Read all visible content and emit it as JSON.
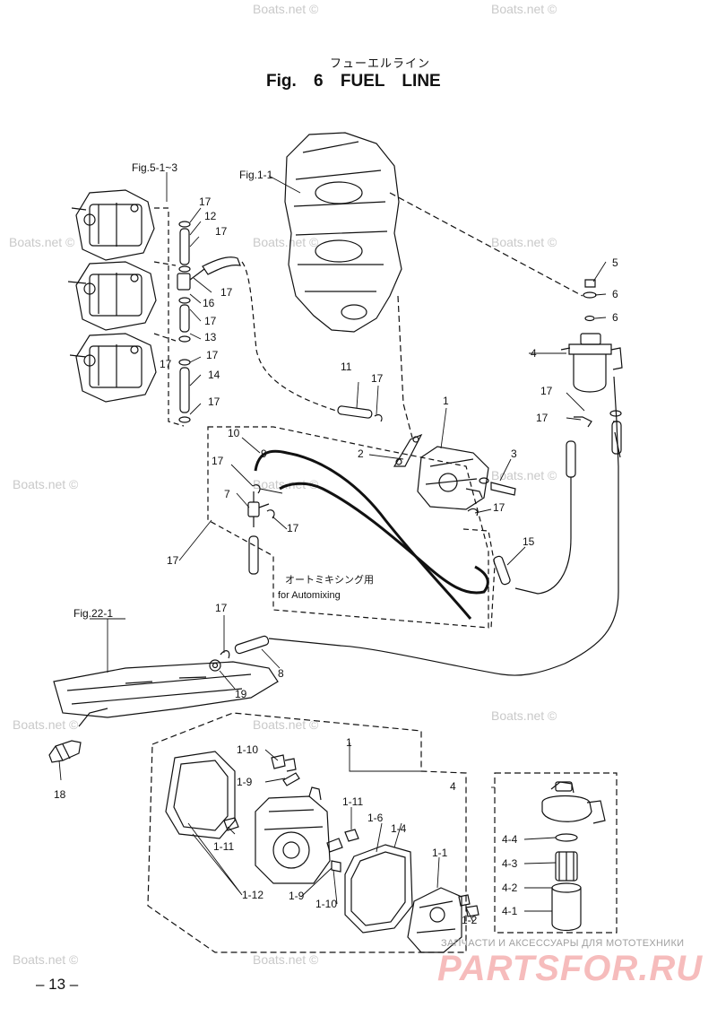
{
  "header": {
    "title_jp": "フューエルライン",
    "title": "Fig. 6   FUEL LINE"
  },
  "refs": {
    "fig5": "Fig.5-1~3",
    "fig1": "Fig.1-1",
    "fig22": "Fig.22-1"
  },
  "automixing": {
    "jp": "オートミキシング用",
    "en": "for Automixing"
  },
  "parts": {
    "p1": "1",
    "p2": "2",
    "p3": "3",
    "p4": "4",
    "p5": "5",
    "p6": "6",
    "p7": "7",
    "p8": "8",
    "p9": "9",
    "p10": "10",
    "p11": "11",
    "p12": "12",
    "p13": "13",
    "p14": "14",
    "p15": "15",
    "p16": "16",
    "p17": "17",
    "p18": "18",
    "p19": "19",
    "p1_1": "1-1",
    "p1_2": "1-2",
    "p1_4": "1-4",
    "p1_6": "1-6",
    "p1_9": "1-9",
    "p1_10": "1-10",
    "p1_11": "1-11",
    "p1_12": "1-12",
    "p4_1": "4-1",
    "p4_2": "4-2",
    "p4_3": "4-3",
    "p4_4": "4-4"
  },
  "watermark": "Boats.net ©",
  "footer": {
    "page": "– 13 –",
    "brand_ru": "ЗАПЧАСТИ И АКСЕССУАРЫ ДЛЯ МОТОТЕХНИКИ",
    "brand": "PARTSFOR.RU"
  },
  "colors": {
    "line": "#111111",
    "watermark": "#c9c9c9",
    "brand": "#f6bcbc"
  }
}
